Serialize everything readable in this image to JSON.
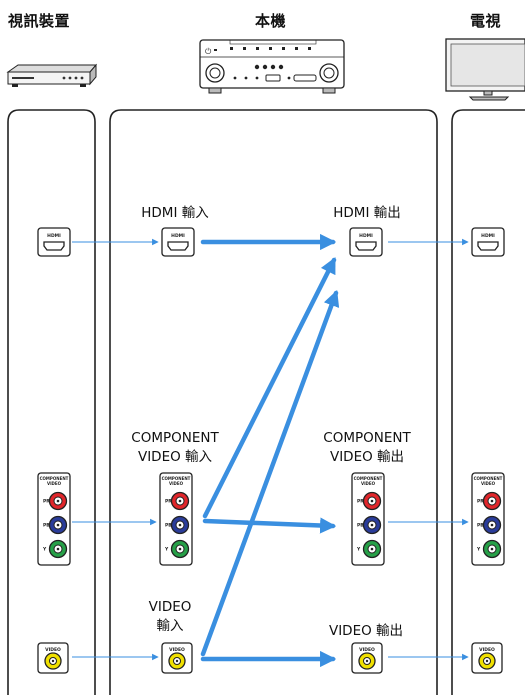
{
  "columns": {
    "source": "視訊裝置",
    "unit": "本機",
    "tv": "電視"
  },
  "labels": {
    "hdmi_in": "HDMI 輸入",
    "hdmi_out": "HDMI 輸出",
    "component_in_line1": "COMPONENT",
    "component_in_line2": "VIDEO 輸入",
    "component_out_line1": "COMPONENT",
    "component_out_line2": "VIDEO 輸出",
    "video_in_line1": "VIDEO",
    "video_in_line2": "輸入",
    "video_out": "VIDEO 輸出"
  },
  "jacks": {
    "hdmi": "HDMI",
    "component_line1": "COMPONENT",
    "component_line2": "VIDEO",
    "pr": "PR",
    "pb": "PB",
    "y": "Y",
    "video": "VIDEO"
  },
  "colors": {
    "signal_thin": "#3a8fe0",
    "signal_thick": "#3a8fe0",
    "pr": "#e0262b",
    "pb": "#2a3c9a",
    "y": "#27a048",
    "video_jack": "#f0e000"
  }
}
